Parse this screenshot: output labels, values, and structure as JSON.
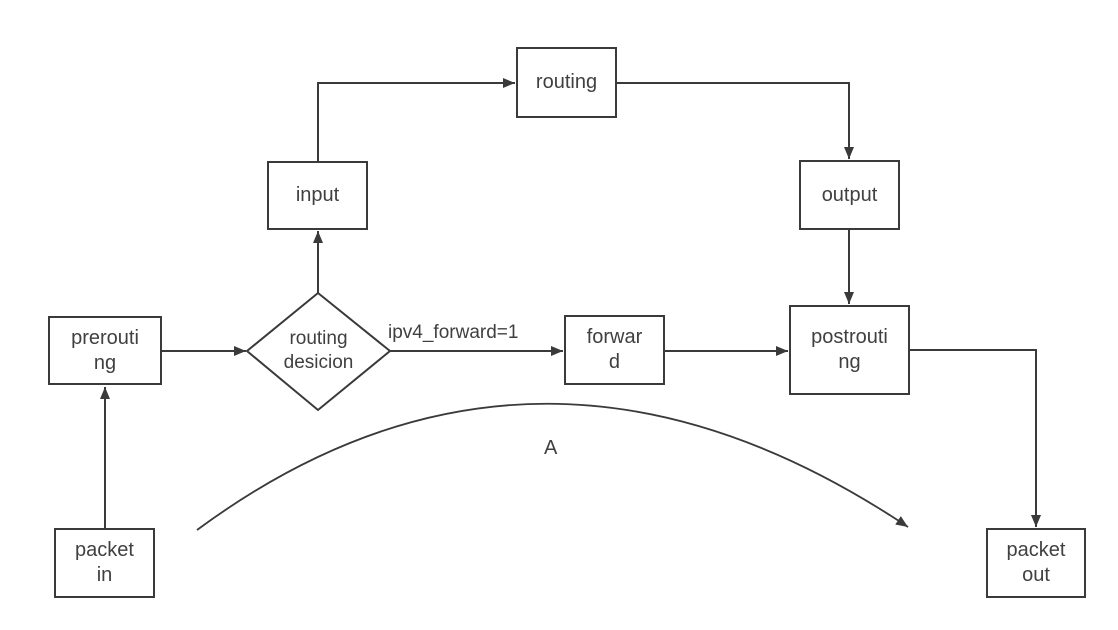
{
  "diagram": {
    "type": "flowchart",
    "nodes": {
      "routing": {
        "label": "routing"
      },
      "input": {
        "label": "input"
      },
      "output": {
        "label": "output"
      },
      "prerouting": {
        "label": "prerouti\nng"
      },
      "decision": {
        "label": "routing\ndesicion"
      },
      "forward": {
        "label": "forwar\nd"
      },
      "postrouting": {
        "label": "postrouti\nng"
      },
      "packet_in": {
        "label": "packet\nin"
      },
      "packet_out": {
        "label": "packet\nout"
      }
    },
    "edge_labels": {
      "ipv4_forward": "ipv4_forward=1",
      "curve": "A"
    },
    "colors": {
      "stroke": "#3a3a3a",
      "text": "#404040",
      "background": "#ffffff"
    }
  }
}
